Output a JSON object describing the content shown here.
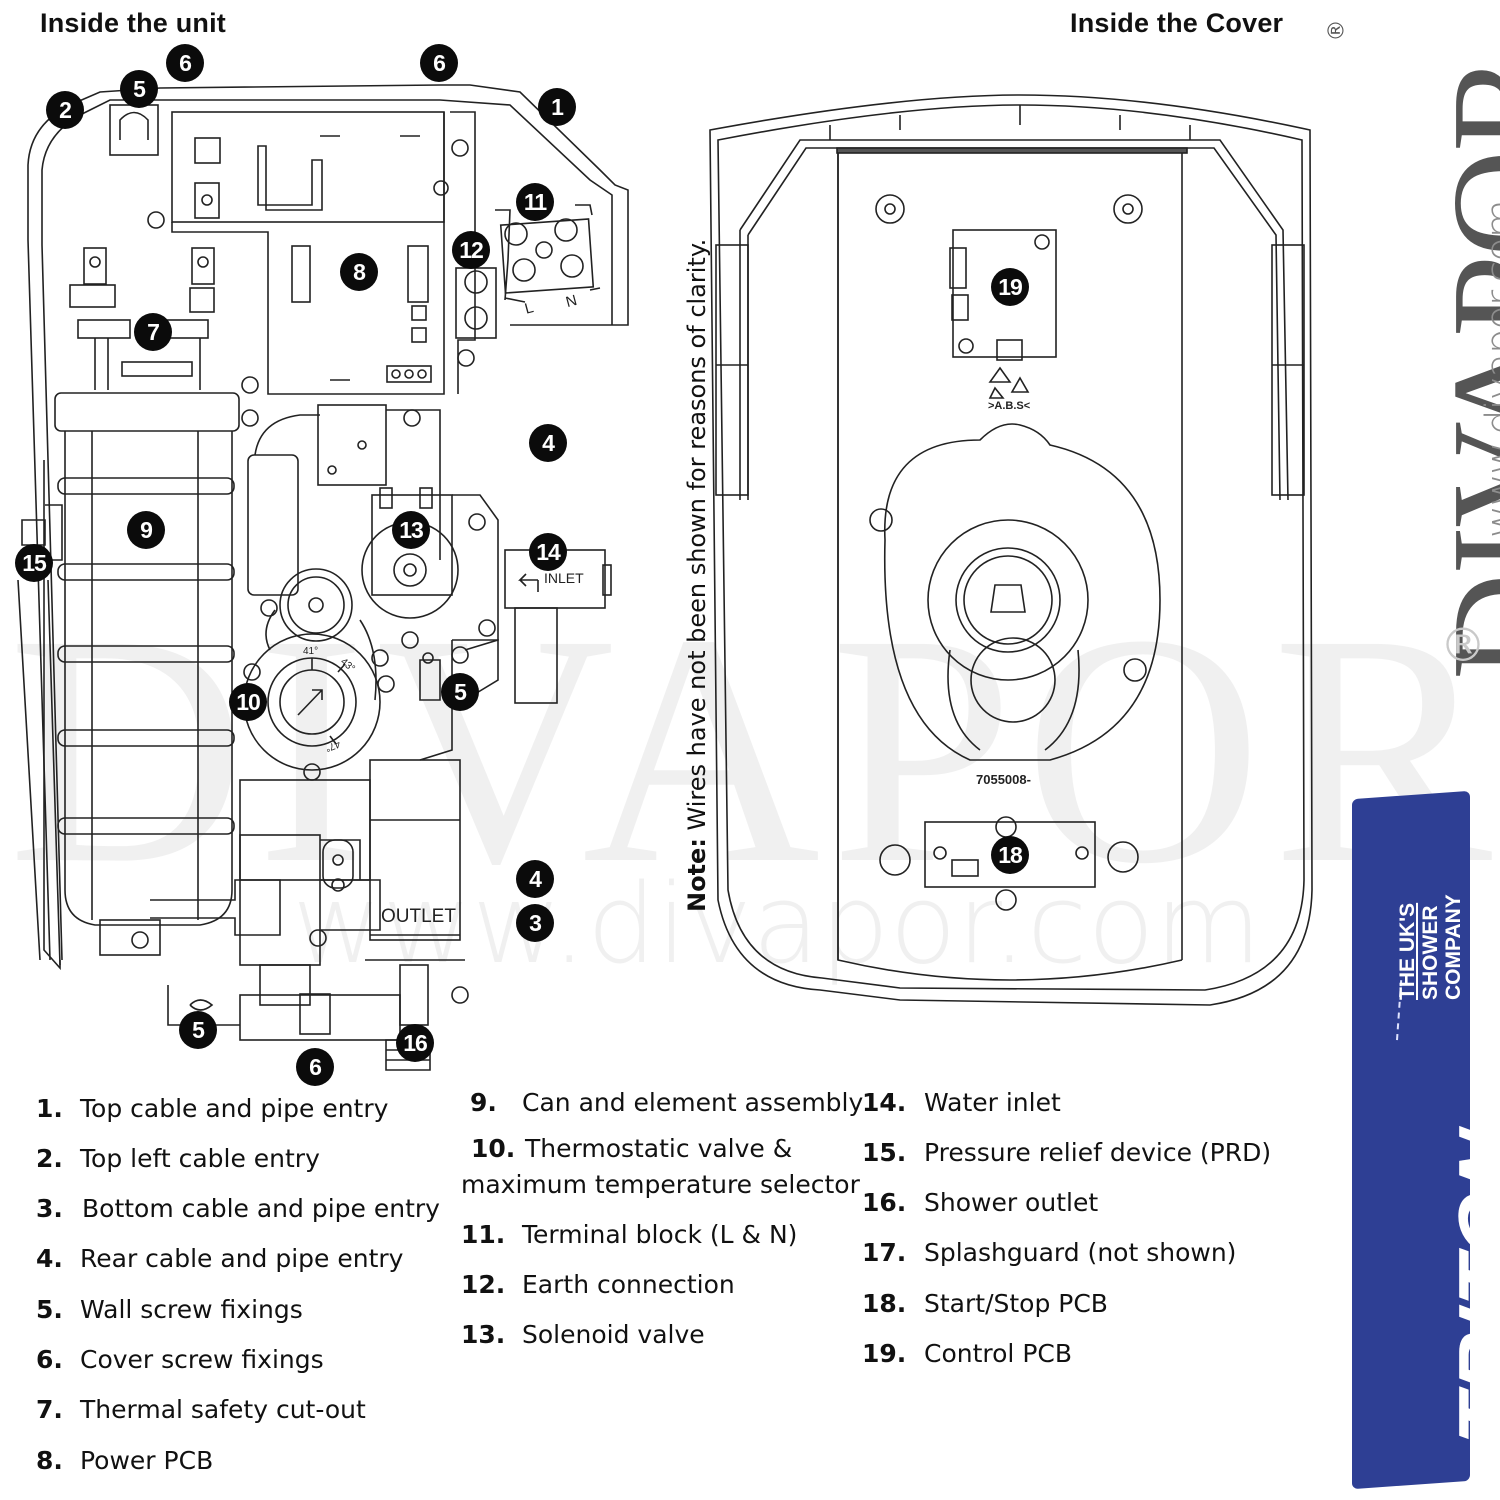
{
  "headings": {
    "inside_unit": "Inside the unit",
    "inside_cover": "Inside the Cover"
  },
  "note": {
    "label": "Note:",
    "text": " Wires have not been shown for reasons of clarity."
  },
  "part_markings": {
    "inlet": "INLET",
    "outlet": "OUTLET",
    "terminal_l": "L",
    "terminal_n": "N",
    "material": ">A.B.S<",
    "cover_part_number": "7055008-",
    "dial_ticks": [
      "41°",
      "43°",
      "47°"
    ]
  },
  "callouts": {
    "unit": [
      "6",
      "6",
      "5",
      "2",
      "1",
      "11",
      "12",
      "8",
      "7",
      "4",
      "9",
      "13",
      "14",
      "15",
      "10",
      "5",
      "4",
      "3",
      "5",
      "6",
      "16"
    ],
    "cover": [
      "19",
      "18"
    ]
  },
  "legend": {
    "col1": [
      {
        "num": "1.",
        "label": "Top cable and pipe entry"
      },
      {
        "num": "2.",
        "label": "Top left cable entry"
      },
      {
        "num": "3.",
        "label": "Bottom cable and pipe entry"
      },
      {
        "num": "4.",
        "label": "Rear cable and pipe entry"
      },
      {
        "num": "5.",
        "label": "Wall screw fixings"
      },
      {
        "num": "6.",
        "label": "Cover screw fixings"
      },
      {
        "num": "7.",
        "label": "Thermal safety cut-out"
      },
      {
        "num": "8.",
        "label": "Power PCB"
      }
    ],
    "col2": [
      {
        "num": "9.",
        "label": "Can and element assembly"
      },
      {
        "num": "10.",
        "label": "Thermostatic valve &"
      },
      {
        "num": "",
        "label": "maximum temperature selector"
      },
      {
        "num": "11.",
        "label": "Terminal block (L & N)"
      },
      {
        "num": "12.",
        "label": "Earth connection"
      },
      {
        "num": "13.",
        "label": "Solenoid valve"
      }
    ],
    "col3": [
      {
        "num": "14.",
        "label": "Water inlet"
      },
      {
        "num": "15.",
        "label": "Pressure relief device (PRD)"
      },
      {
        "num": "16.",
        "label": "Shower outlet"
      },
      {
        "num": "17.",
        "label": "Splashguard (not shown)"
      },
      {
        "num": "18.",
        "label": "Start/Stop PCB"
      },
      {
        "num": "19.",
        "label": "Control PCB"
      }
    ]
  },
  "branding": {
    "divapor": "DIVAPOR",
    "divapor_url": "www.divapor.com",
    "registered": "®",
    "watermark": "DIVAPOR",
    "watermark_url": "www.divapor.com",
    "triton": "TRITON",
    "triton_tagline": [
      "THE UK'S",
      "SHOWER",
      "COMPANY"
    ],
    "triton_color": "#2e3f94"
  }
}
